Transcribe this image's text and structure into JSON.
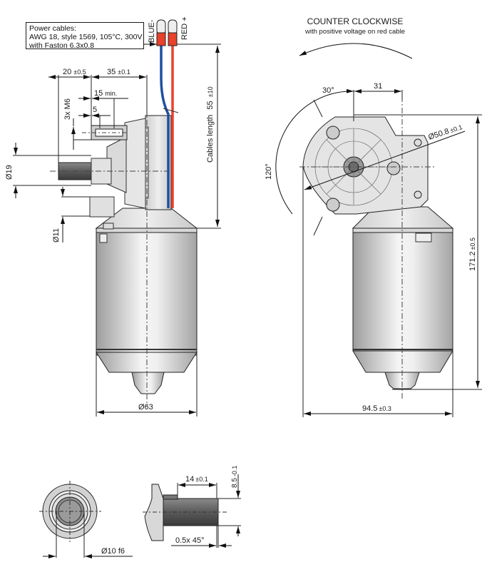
{
  "notes": {
    "power_cables": {
      "line1": "Power cables:",
      "line2": "AWG 18, style 1569, 105°C, 300V",
      "line3": "with Faston 6.3x0.8"
    },
    "cable_labels": {
      "blue": "BLUE-",
      "red": "RED +"
    },
    "rotation": {
      "title": "COUNTER CLOCKWISE",
      "subtitle": "with positive voltage on red cable"
    }
  },
  "side_view": {
    "dim_20": {
      "value": "20",
      "tol": "±0.5"
    },
    "dim_35": {
      "value": "35",
      "tol": "±0.1"
    },
    "dim_15": {
      "value": "15",
      "tol": "min."
    },
    "dim_5": {
      "value": "5"
    },
    "thread": "3x M6",
    "dia_19": "Ø19",
    "dia_11": "Ø11",
    "dia_63": "Ø63",
    "cables_length": {
      "label": "Cables length",
      "value": "55",
      "tol": "±10"
    }
  },
  "front_view": {
    "angle_30": "30°",
    "angle_120": "120°",
    "dim_31": "31",
    "dia_50_8": {
      "value": "Ø50.8",
      "tol": "±0.1"
    },
    "height": {
      "value": "171.2",
      "tol": "±0.5"
    },
    "width": {
      "value": "94.5",
      "tol": "±0.3"
    }
  },
  "shaft_detail": {
    "dia_10": "Ø10 f6",
    "len_14": {
      "value": "14",
      "tol": "±0.1"
    },
    "flat_8_5": {
      "value": "8.5",
      "tol": "-0.1"
    },
    "chamfer": "0.5x 45°"
  },
  "colors": {
    "blue_cable": "#1f4fa0",
    "red_cable": "#e8412c",
    "dim_text": "#1a3a6a",
    "body_light": "#f2f2f2",
    "body_dark": "#a9a9a9"
  }
}
